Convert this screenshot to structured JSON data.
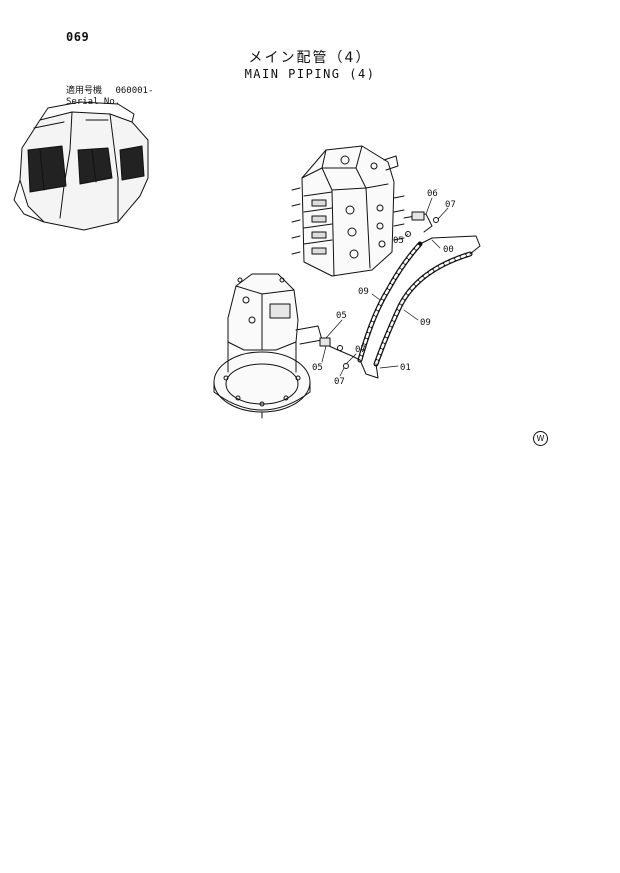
{
  "header": {
    "page_number": "069",
    "title_jp": "メイン配管（4）",
    "title_en": "MAIN PIPING (4)"
  },
  "serial": {
    "label_jp": "適用号機",
    "range": "060001-",
    "label_en": "Serial No."
  },
  "callouts": {
    "c_06": "06",
    "c_07_top": "07",
    "c_05_top": "05",
    "c_00": "00",
    "c_09_left": "09",
    "c_09_right": "09",
    "c_05_mid": "05",
    "c_07_mid": "07",
    "c_05_low": "05",
    "c_07_low": "07",
    "c_01": "01"
  },
  "corner_mark": "W",
  "colors": {
    "ink": "#111111",
    "paper": "#ffffff"
  }
}
